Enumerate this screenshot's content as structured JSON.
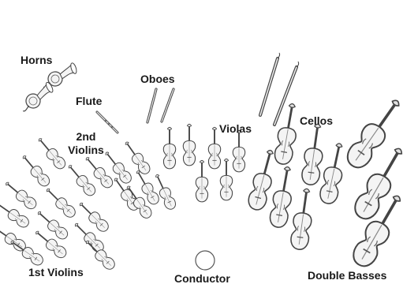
{
  "diagram": {
    "sections": [
      {
        "id": "horns",
        "label": "Horns"
      },
      {
        "id": "oboes",
        "label": "Oboes"
      },
      {
        "id": "flute",
        "label": "Flute"
      },
      {
        "id": "second_violins",
        "label_line1": "2nd",
        "label_line2": "Violins"
      },
      {
        "id": "violas",
        "label": "Violas"
      },
      {
        "id": "cellos",
        "label": "Cellos"
      },
      {
        "id": "first_violins",
        "label": "1st Violins"
      },
      {
        "id": "conductor",
        "label": "Conductor"
      },
      {
        "id": "double_basses",
        "label": "Double Basses"
      }
    ],
    "colors": {
      "outline": "#4a4a4a",
      "body_fill": "#f2f2f2",
      "background": "#ffffff"
    }
  }
}
